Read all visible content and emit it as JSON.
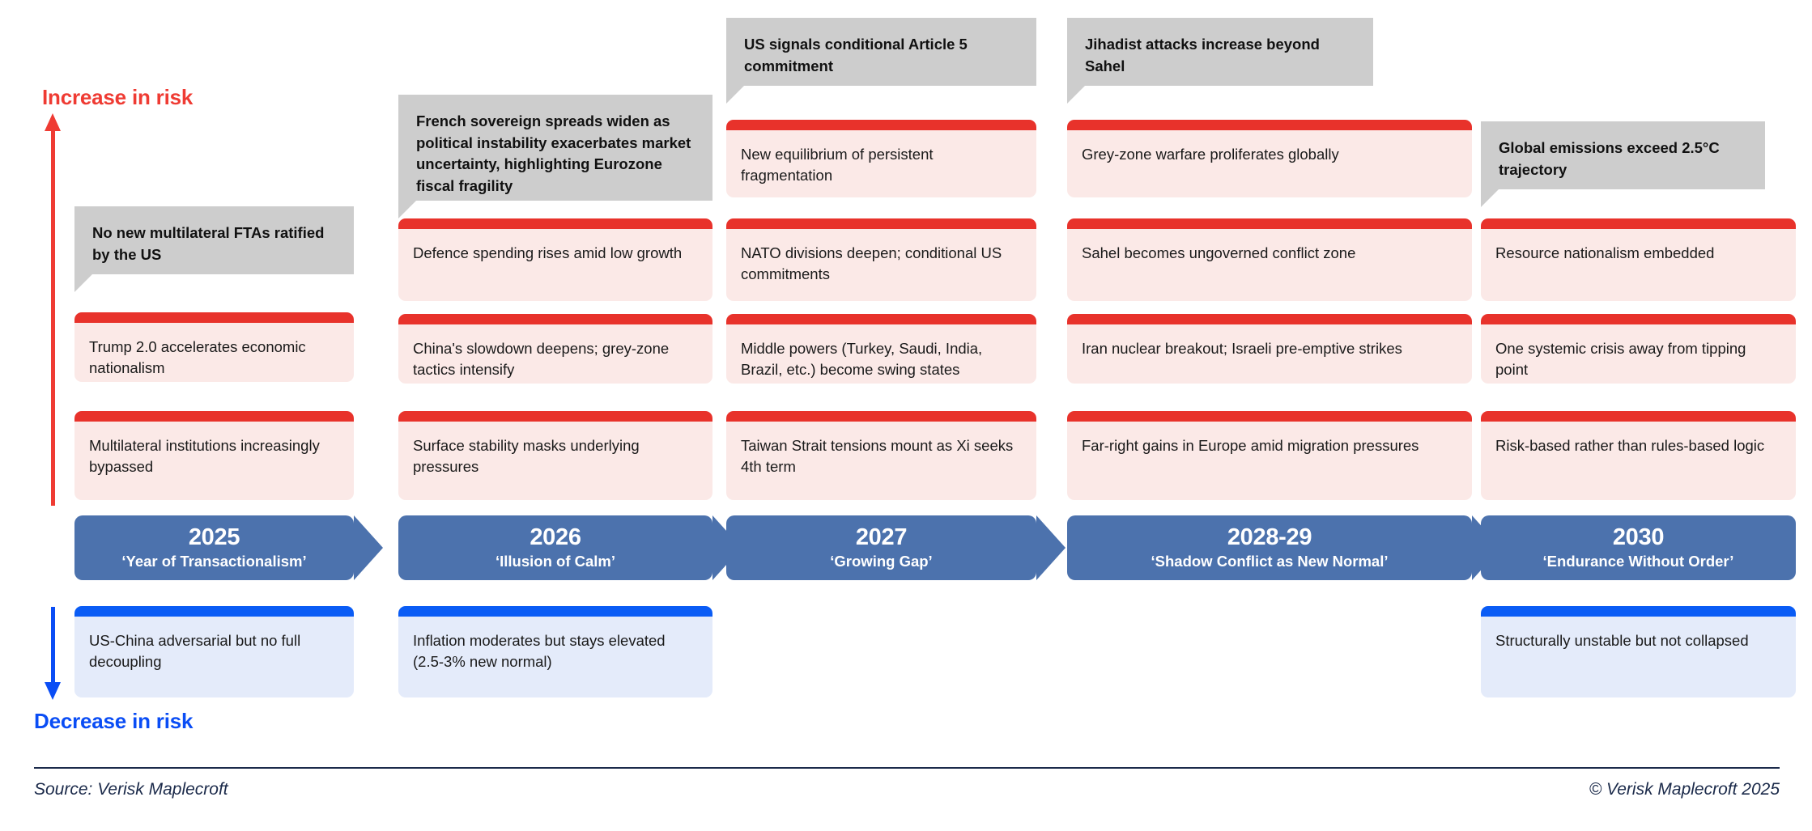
{
  "axis": {
    "increase_label": "Increase in risk",
    "decrease_label": "Decrease in risk",
    "increase_color": "#ef3b33",
    "decrease_color": "#0a4df5"
  },
  "palette": {
    "signpost_grey": "#cdcdcd",
    "risk_up_bar": "#e8322b",
    "risk_up_body": "#fbe9e7",
    "risk_down_bar": "#0a5cf5",
    "risk_down_body": "#e4ebfa",
    "year_blue": "#4c72ad",
    "footer_navy": "#1b2a4a"
  },
  "footer": {
    "source": "Source: Verisk Maplecroft",
    "copyright": "© Verisk Maplecroft 2025"
  },
  "columns": [
    {
      "year": "2025",
      "theme": "‘Year of Transactionalism’",
      "signpost": "No new multilateral FTAs ratified by the US",
      "risk_up": [
        "Trump 2.0 accelerates economic nationalism",
        "Multilateral institutions increasingly bypassed"
      ],
      "risk_down": [
        "US-China adversarial but no full decoupling"
      ]
    },
    {
      "year": "2026",
      "theme": "‘Illusion of Calm’",
      "signpost": "French sovereign spreads widen as political instability exacerbates market uncertainty, highlighting Eurozone fiscal fragility",
      "risk_up": [
        "Defence spending rises amid low growth",
        "China's slowdown deepens; grey-zone tactics intensify",
        "Surface stability masks underlying pressures"
      ],
      "risk_down": [
        "Inflation moderates but stays elevated (2.5-3% new normal)"
      ]
    },
    {
      "year": "2027",
      "theme": "‘Growing Gap’",
      "signpost": "US signals conditional Article 5 commitment",
      "risk_up": [
        "New equilibrium of persistent fragmentation",
        "NATO divisions deepen; conditional US commitments",
        "Middle powers (Turkey, Saudi, India, Brazil, etc.) become swing states",
        "Taiwan Strait tensions mount as Xi seeks 4th term"
      ],
      "risk_down": []
    },
    {
      "year": "2028-29",
      "theme": "‘Shadow Conflict as New Normal’",
      "signpost": "Jihadist attacks increase beyond Sahel",
      "risk_up": [
        "Grey-zone warfare proliferates globally",
        "Sahel becomes ungoverned conflict zone",
        "Iran nuclear breakout; Israeli pre-emptive strikes",
        "Far-right gains in Europe amid migration pressures"
      ],
      "risk_down": []
    },
    {
      "year": "2030",
      "theme": "‘Endurance Without Order’",
      "signpost": "Global emissions exceed 2.5°C trajectory",
      "risk_up": [
        "Resource nationalism embedded",
        "One systemic crisis away from tipping point",
        "Risk-based rather than rules-based logic"
      ],
      "risk_down": [
        "Structurally unstable but not collapsed"
      ]
    }
  ]
}
